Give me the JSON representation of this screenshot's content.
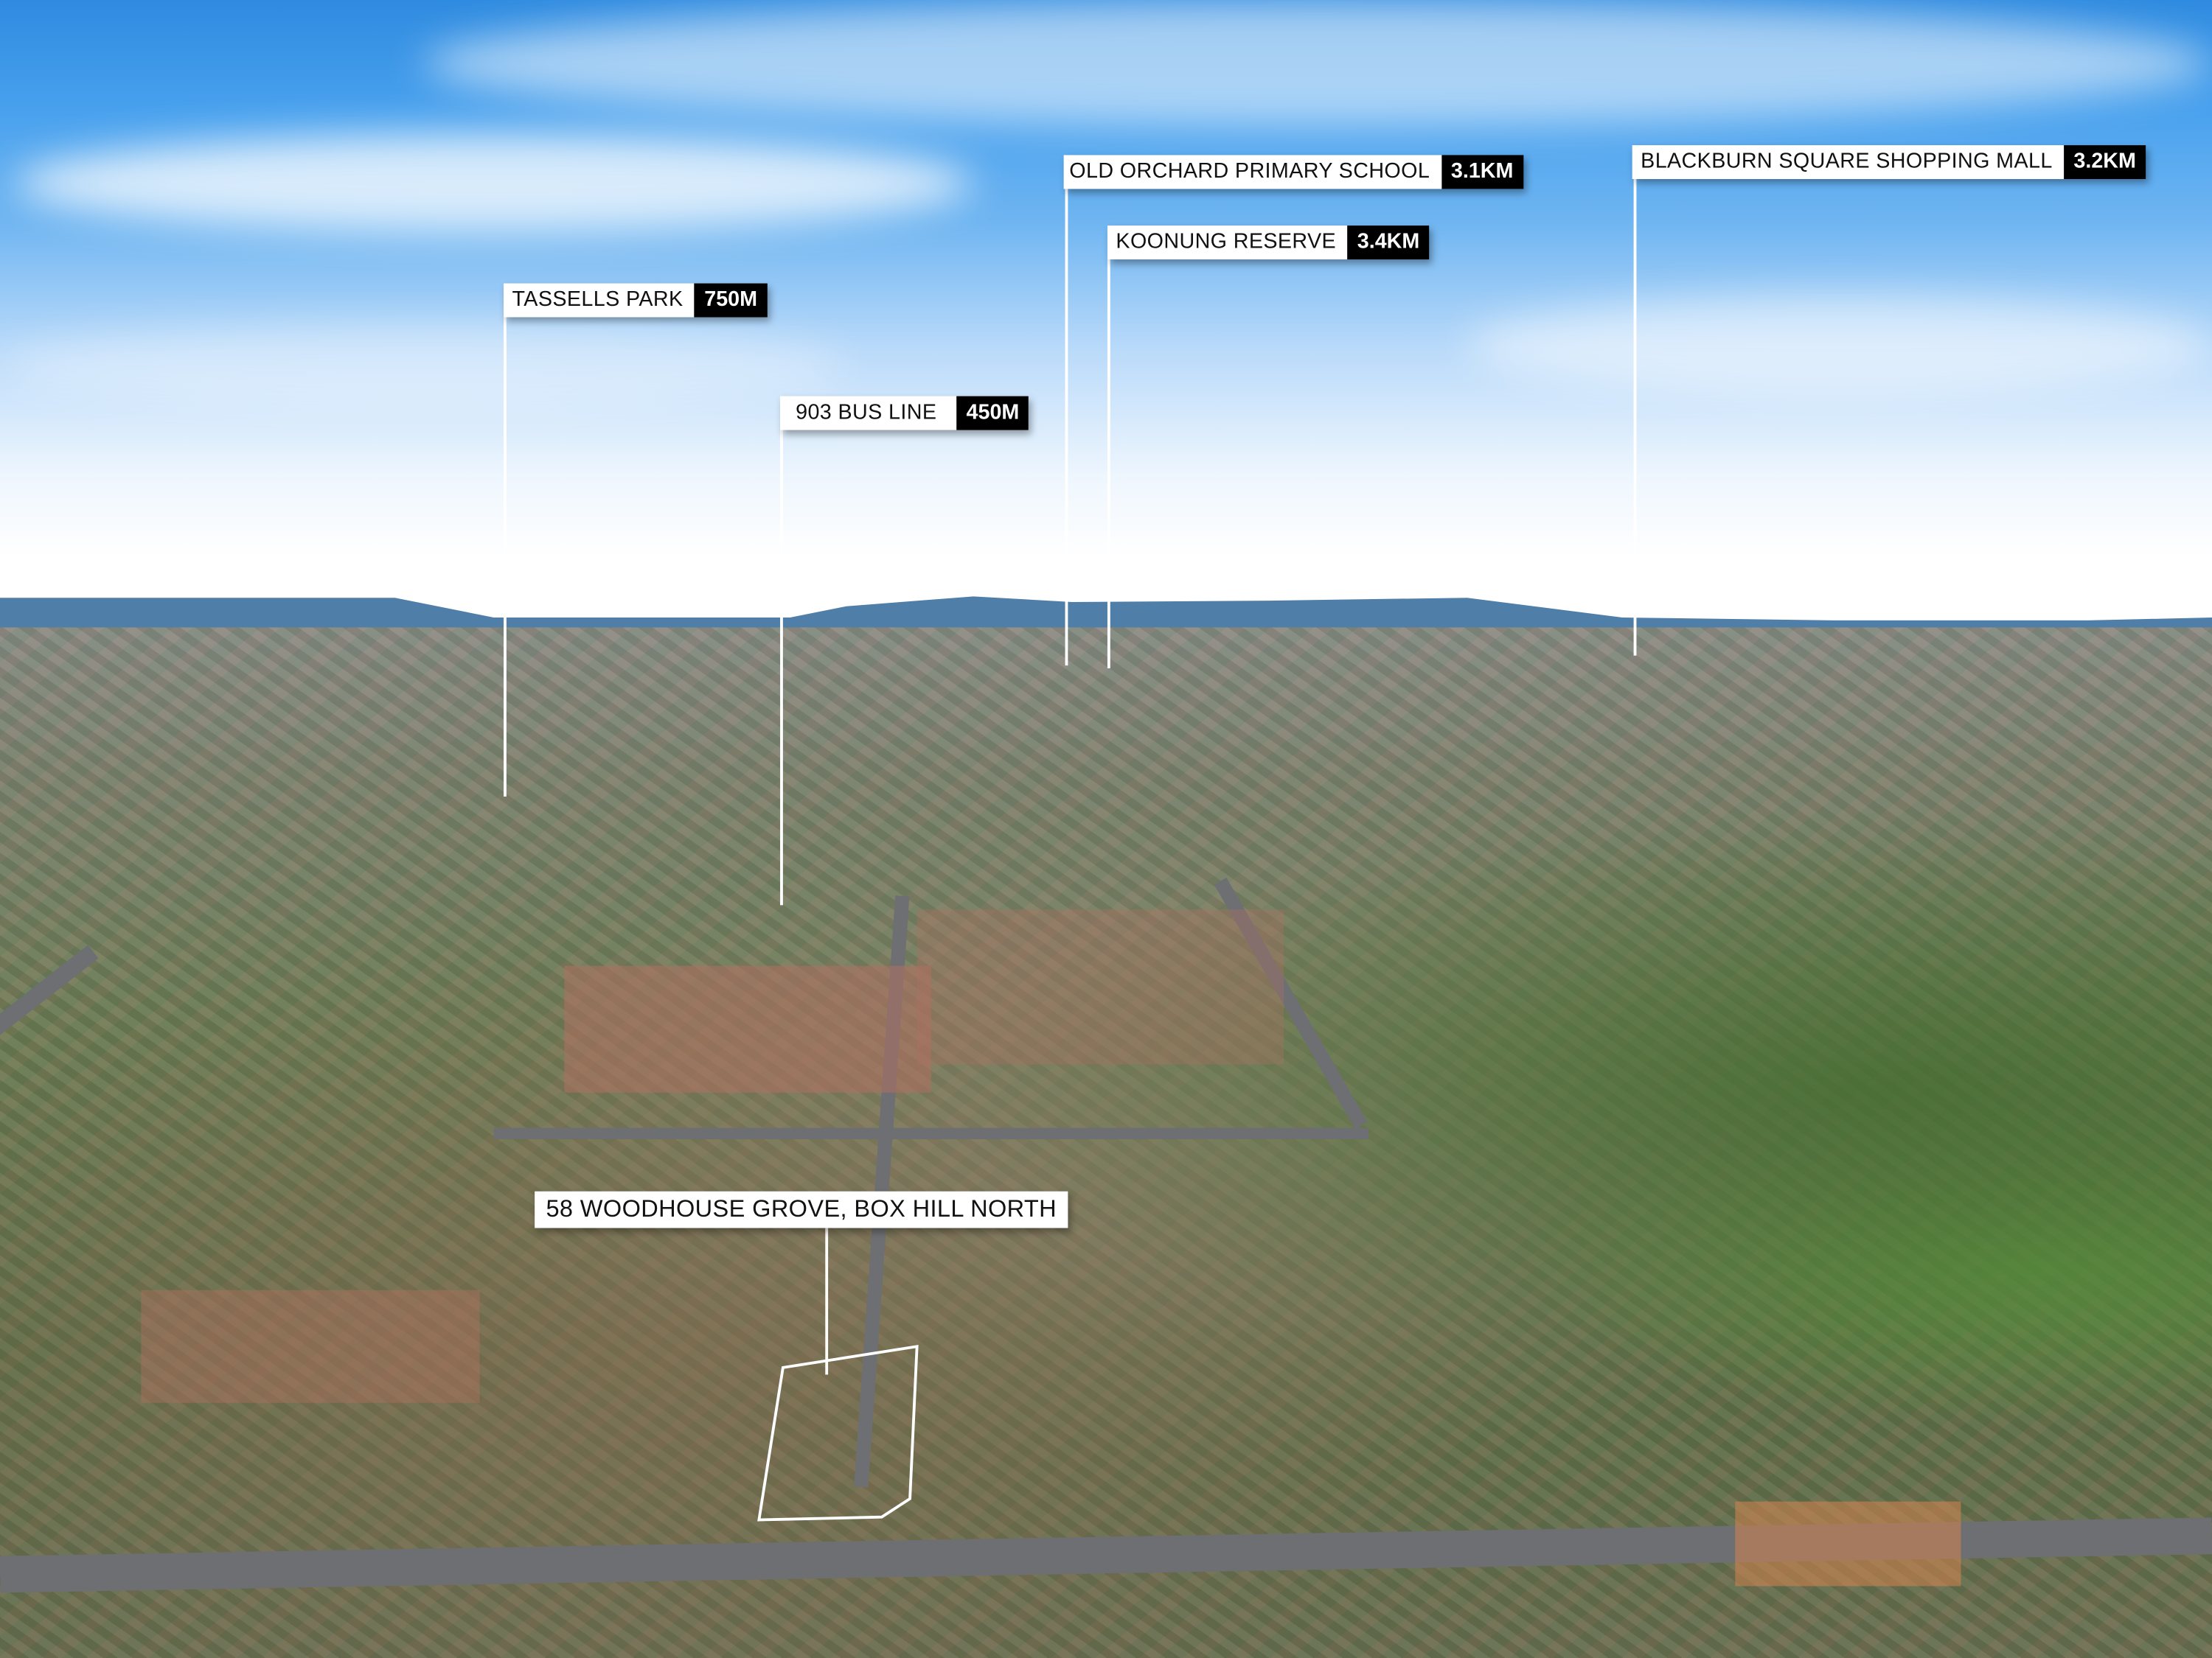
{
  "labels": [
    {
      "name": "TASSELLS PARK",
      "distance": "750M"
    },
    {
      "name": "903 BUS LINE",
      "distance": "450M"
    },
    {
      "name": "OLD ORCHARD PRIMARY SCHOOL",
      "distance": "3.1KM"
    },
    {
      "name": "KOONUNG RESERVE",
      "distance": "3.4KM"
    },
    {
      "name": "BLACKBURN SQUARE SHOPPING MALL",
      "distance": "3.2KM"
    }
  ],
  "property": {
    "address": "58 WOODHOUSE GROVE, BOX HILL NORTH"
  },
  "colors": {
    "label_bg": "#ffffff",
    "distance_bg": "#000000",
    "sky": "#3d97e6"
  }
}
